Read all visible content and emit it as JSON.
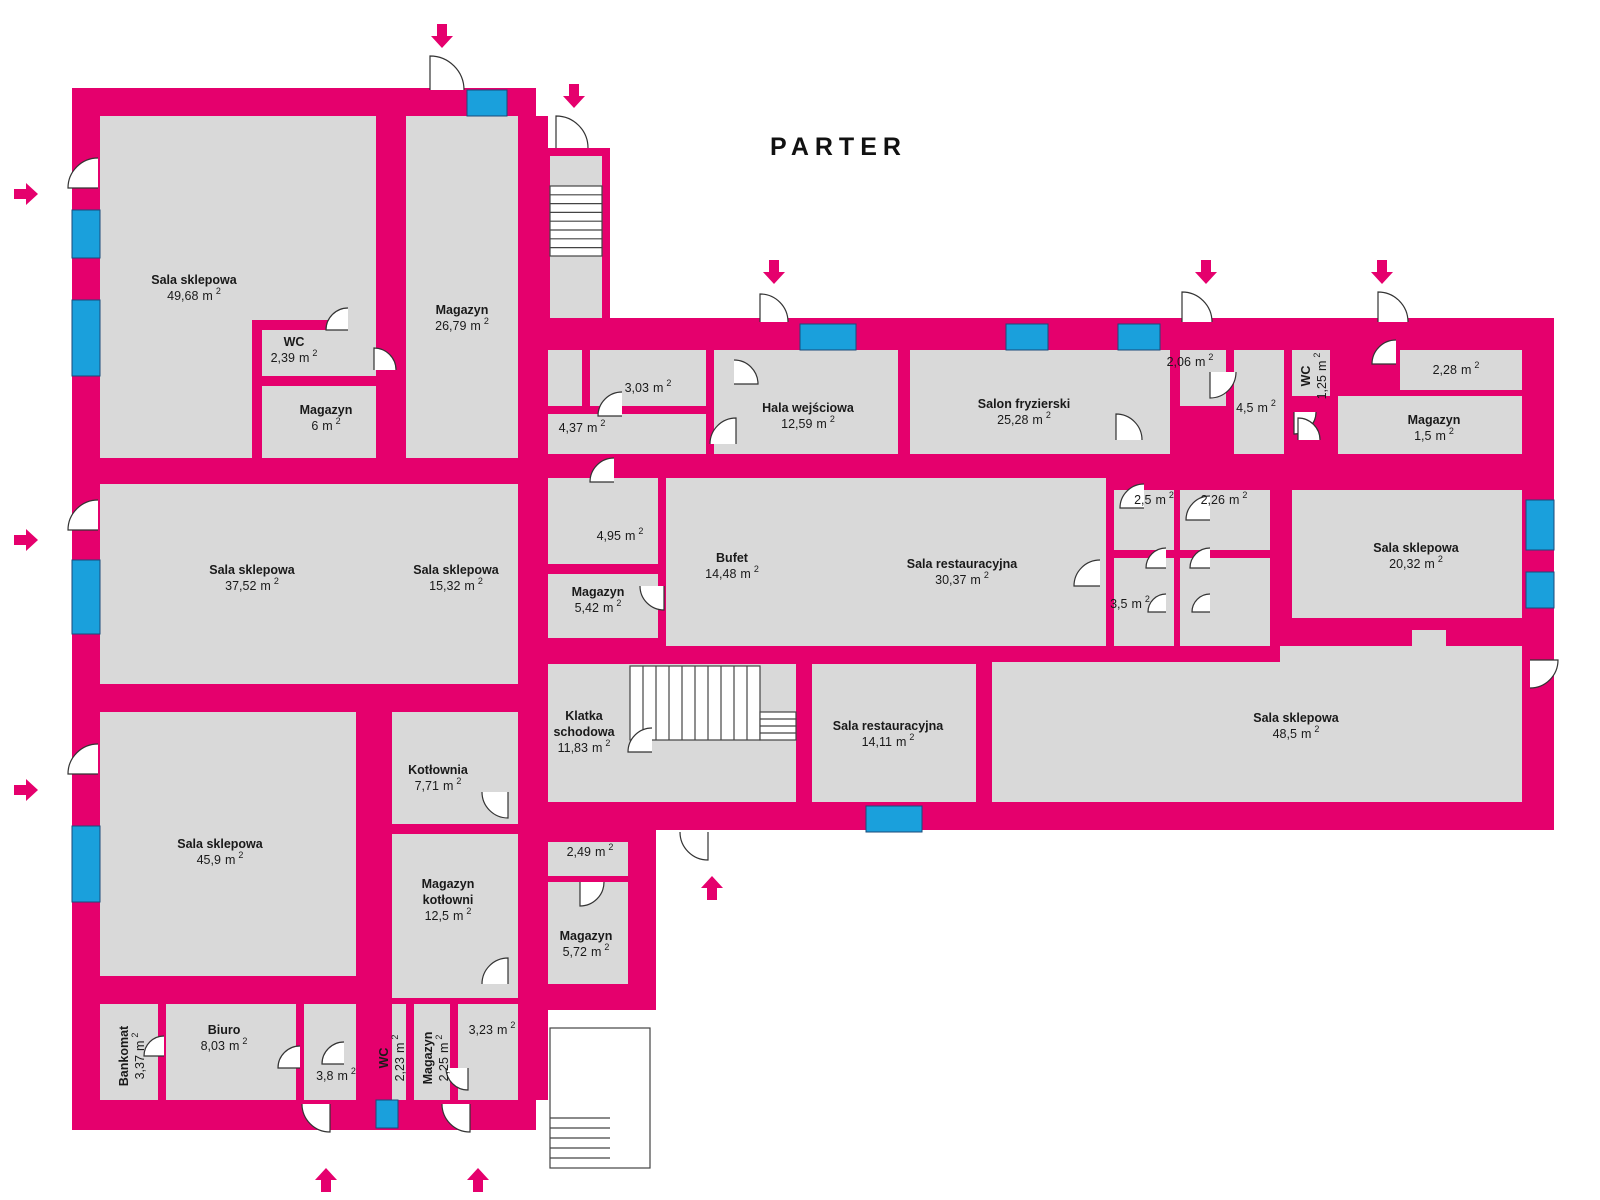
{
  "floor": {
    "title": "PARTER"
  },
  "rooms": [
    {
      "id": "r1",
      "name": "Sala sklepowa",
      "area": "49,68"
    },
    {
      "id": "r2",
      "name": "WC",
      "area": "2,39"
    },
    {
      "id": "r3",
      "name": "Magazyn",
      "area": "6"
    },
    {
      "id": "r4",
      "name": "Magazyn",
      "area": "26,79"
    },
    {
      "id": "r5",
      "name": "Sala sklepowa",
      "area": "37,52"
    },
    {
      "id": "r6",
      "name": "Sala sklepowa",
      "area": "15,32"
    },
    {
      "id": "r7",
      "name": "Sala sklepowa",
      "area": "45,9"
    },
    {
      "id": "r8",
      "name": "Kotłownia",
      "area": "7,71"
    },
    {
      "id": "r9",
      "name": "Magazyn kotłowni",
      "area": "12,5"
    },
    {
      "id": "r10",
      "name": "Bankomat",
      "area": "3,37"
    },
    {
      "id": "r11",
      "name": "Biuro",
      "area": "8,03"
    },
    {
      "id": "r12",
      "name": "",
      "area": "3,8"
    },
    {
      "id": "r13",
      "name": "WC",
      "area": "2,23"
    },
    {
      "id": "r14",
      "name": "Magazyn",
      "area": "2,25"
    },
    {
      "id": "r15",
      "name": "",
      "area": "3,23"
    },
    {
      "id": "r16",
      "name": "",
      "area": "2,49"
    },
    {
      "id": "r17",
      "name": "Magazyn",
      "area": "5,72"
    },
    {
      "id": "r18",
      "name": "",
      "area": "3,03"
    },
    {
      "id": "r19",
      "name": "",
      "area": "4,37"
    },
    {
      "id": "r20",
      "name": "Hala wejściowa",
      "area": "12,59"
    },
    {
      "id": "r21",
      "name": "Salon fryzierski",
      "area": "25,28"
    },
    {
      "id": "r22",
      "name": "",
      "area": "2,06"
    },
    {
      "id": "r23",
      "name": "",
      "area": "4,5"
    },
    {
      "id": "r24",
      "name": "WC",
      "area": "1,25"
    },
    {
      "id": "r25",
      "name": "",
      "area": "2,28"
    },
    {
      "id": "r26",
      "name": "Magazyn",
      "area": "1,5"
    },
    {
      "id": "r27",
      "name": "",
      "area": "4,95"
    },
    {
      "id": "r28",
      "name": "Magazyn",
      "area": "5,42"
    },
    {
      "id": "r29",
      "name": "Bufet",
      "area": "14,48"
    },
    {
      "id": "r30",
      "name": "Sala restauracyjna",
      "area": "30,37"
    },
    {
      "id": "r31",
      "name": "",
      "area": "2,5"
    },
    {
      "id": "r32",
      "name": "",
      "area": "2,26"
    },
    {
      "id": "r33",
      "name": "",
      "area": "3,5"
    },
    {
      "id": "r34",
      "name": "Sala sklepowa",
      "area": "20,32"
    },
    {
      "id": "r35",
      "name": "Klatka schodowa",
      "area": "11,83"
    },
    {
      "id": "r36",
      "name": "Sala restauracyjna",
      "area": "14,11"
    },
    {
      "id": "r37",
      "name": "Sala sklepowa",
      "area": "48,5"
    }
  ],
  "units": {
    "area": "m",
    "area_exponent": "2"
  },
  "colors": {
    "wall": "#e5006d",
    "floor": "#d9d9d9",
    "window": "#1aa0dc",
    "arrow": "#e5006d"
  },
  "entrance_arrows": [
    "arrow-down",
    "arrow-down",
    "arrow-down",
    "arrow-down",
    "arrow-down",
    "arrow-right",
    "arrow-right",
    "arrow-right",
    "arrow-up",
    "arrow-up",
    "arrow-up"
  ]
}
